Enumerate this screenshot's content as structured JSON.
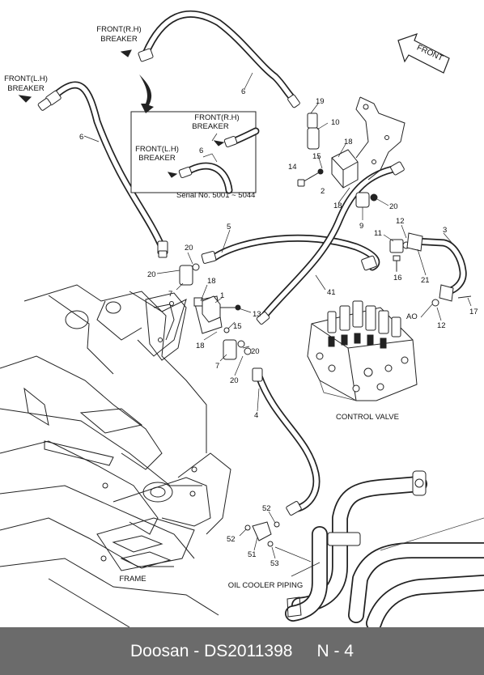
{
  "labels": {
    "front_rh_breaker_line1": "FRONT(R.H)",
    "front_rh_breaker_line2": "BREAKER",
    "front_lh_breaker_line1": "FRONT(L.H)",
    "front_lh_breaker_line2": "BREAKER",
    "front_arrow": "FRONT",
    "inset_rh_line1": "FRONT(R.H)",
    "inset_rh_line2": "BREAKER",
    "inset_lh_line1": "FRONT(L.H)",
    "inset_lh_line2": "BREAKER",
    "serial": "Serial No. 5001 ~ 5044",
    "control_valve": "CONTROL VALVE",
    "frame": "FRAME",
    "oil_cooler": "OIL COOLER PIPING",
    "port_ao": "AO"
  },
  "callouts": {
    "c6_left": "6",
    "c6_top": "6",
    "c6_inset": "6",
    "c19": "19",
    "c10": "10",
    "c15_top": "15",
    "c18_top": "18",
    "c14": "14",
    "c2": "2",
    "c18_mid": "18",
    "c20_top": "20",
    "c9": "9",
    "c12_top": "12",
    "c11": "11",
    "c3": "3",
    "c21": "21",
    "c16": "16",
    "c17": "17",
    "c12_mid": "12",
    "c5": "5",
    "c20_left": "20",
    "c20_a": "20",
    "c7_upper": "7",
    "c18_left": "18",
    "c1": "1",
    "c13": "13",
    "c15_mid": "15",
    "c41": "41",
    "c18_low": "18",
    "c20_b": "20",
    "c7_lower": "7",
    "c20_c": "20",
    "c4": "4",
    "c52_top": "52",
    "c52_left": "52",
    "c51": "51",
    "c53": "53"
  },
  "footer": {
    "brand": "Doosan",
    "separator": " - ",
    "part_number": "DS2011398",
    "page": "N - 4"
  },
  "colors": {
    "footer_background": "#6b6b6b",
    "footer_text": "#ffffff",
    "line_art": "#222222"
  }
}
